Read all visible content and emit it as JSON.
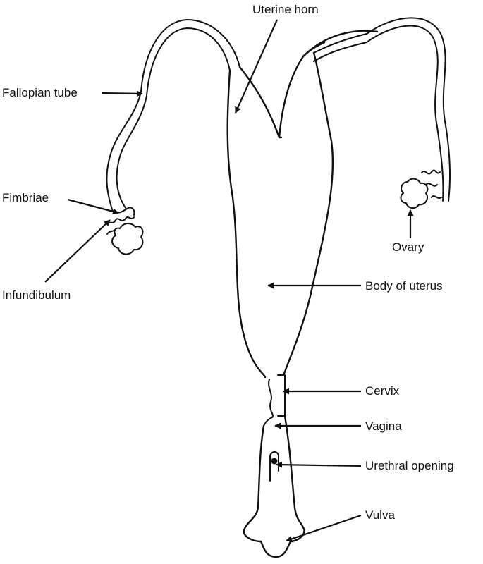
{
  "labels": {
    "uterine_horn": "Uterine horn",
    "fallopian_tube": "Fallopian tube",
    "fimbriae": "Fimbriae",
    "infundibulum": "Infundibulum",
    "ovary": "Ovary",
    "body_of_uterus": "Body of uterus",
    "cervix": "Cervix",
    "vagina": "Vagina",
    "urethral_opening": "Urethral opening",
    "vulva": "Vulva"
  },
  "colors": {
    "ink": "#111111",
    "background": "#ffffff"
  }
}
